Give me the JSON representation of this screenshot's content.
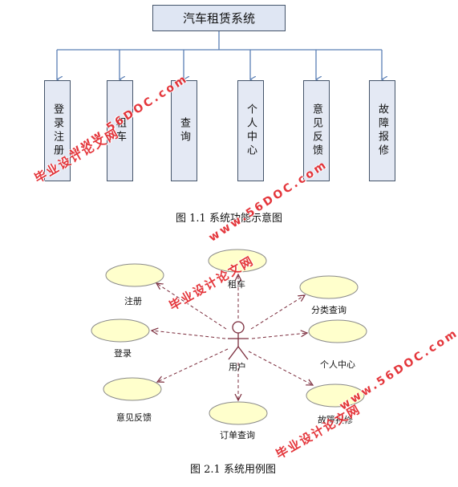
{
  "function_diagram": {
    "root_label": "汽车租赁系统",
    "modules": [
      "登录注册",
      "租车",
      "查询",
      "个人中心",
      "意见反馈",
      "故障报修"
    ],
    "caption": "图 1.1  系统功能示意图"
  },
  "usecase_diagram": {
    "actor_label": "用户",
    "use_cases": {
      "rent": "租车",
      "register": "注册",
      "category_query": "分类查询",
      "login": "登录",
      "personal_center": "个人中心",
      "feedback": "意见反馈",
      "order_query": "订单查询",
      "repair": "故障报修"
    },
    "caption": "图 2.1  系统用例图"
  },
  "watermarks": {
    "url": "www.56DOC.com",
    "site": "毕业设计论文网"
  },
  "colors": {
    "box_fill": "#e4e9f4",
    "box_border": "#44546a",
    "connector": "#5b7fb5",
    "usecase_fill": "#ffffcc",
    "relation_line": "#7b2c3c",
    "watermark": "#e2252b"
  }
}
